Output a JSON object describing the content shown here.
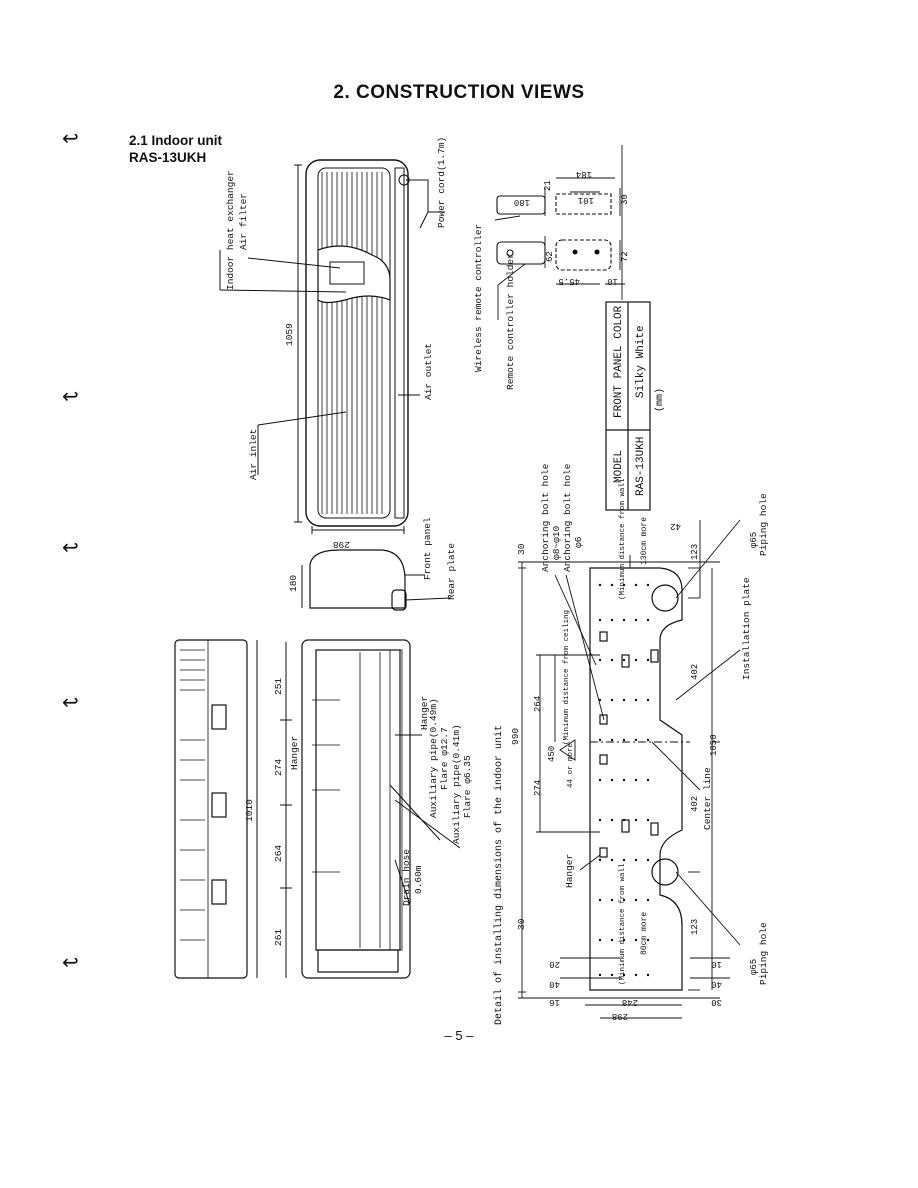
{
  "page_title": "2. CONSTRUCTION  VIEWS",
  "section": {
    "heading": "2.1  Indoor unit",
    "model": "RAS-13UKH"
  },
  "labels": {
    "power_cord": "Power cord(1.7m)",
    "indoor_heat_exchanger": "Indoor heat exchanger",
    "air_filter": "Air filter",
    "air_inlet": "Air inlet",
    "air_outlet": "Air outlet",
    "front_panel": "Front panel",
    "rear_plate": "Rear plate",
    "hanger": "Hanger",
    "aux_pipe_1": "Auxiliary pipe(0.49m)",
    "flare_1": "Flare φ12.7",
    "aux_pipe_2": "Auxiliary pipe(0.41m)",
    "flare_2": "Flare φ6.35",
    "drain_hose": "Drain hose",
    "drain_hose_len": "0.60m",
    "wireless_remote": "Wireless remote controller",
    "remote_holder": "Remote controller holder",
    "detail_title": "Detail of installing dimensions of the indoor unit",
    "anchoring_bolt_1": "Anchoring bolt hole",
    "anchoring_bolt_1_spec": "φ8~φ10",
    "anchoring_bolt_2": "Anchoring bolt hole",
    "anchoring_bolt_2_spec": "φ6",
    "min_wall_1": "(Minimum distance from wall",
    "min_wall_1_val": "130cm more",
    "min_ceiling": "(Minimum distance from ceiling",
    "min_ceiling_val": "44 or more",
    "min_wall_2": "(Minimum distance from wall",
    "min_wall_2_val": "80cm more",
    "center_line": "Center line",
    "installation_plate": "Installation plate",
    "piping_hole_1": "φ65",
    "piping_hole_1_label": "Piping hole",
    "piping_hole_2": "φ65",
    "piping_hole_2_label": "Piping hole"
  },
  "dimensions": {
    "length_1059": "1059",
    "depth_298": "298",
    "depth_180": "180",
    "d_251": "251",
    "d_274": "274",
    "d_264": "264",
    "d_261": "261",
    "d_1010": "1010",
    "r_184": "184",
    "r_21": "21",
    "r_101": "101",
    "r_30": "30",
    "r_180": "180",
    "r_62": "62",
    "r_72": "72",
    "r_45_5": "45.5",
    "r_10": "10",
    "i_30a": "30",
    "i_990": "990",
    "i_30b": "30",
    "i_264": "264",
    "i_450": "450",
    "i_274": "274",
    "i_42": "42",
    "i_123a": "123",
    "i_402a": "402",
    "i_1050": "1050",
    "i_402b": "402",
    "i_123b": "123",
    "i_20": "20",
    "i_40a": "40",
    "i_16": "16",
    "i_248": "248",
    "i_298": "298",
    "i_10": "10",
    "i_40b": "40",
    "i_30c": "30"
  },
  "color_table": {
    "header_model": "MODEL",
    "header_color": "FRONT PANEL COLOR",
    "model": "RAS-13UKH",
    "color": "Silky White",
    "unit": "(mm)"
  },
  "page_number": "– 5 –"
}
